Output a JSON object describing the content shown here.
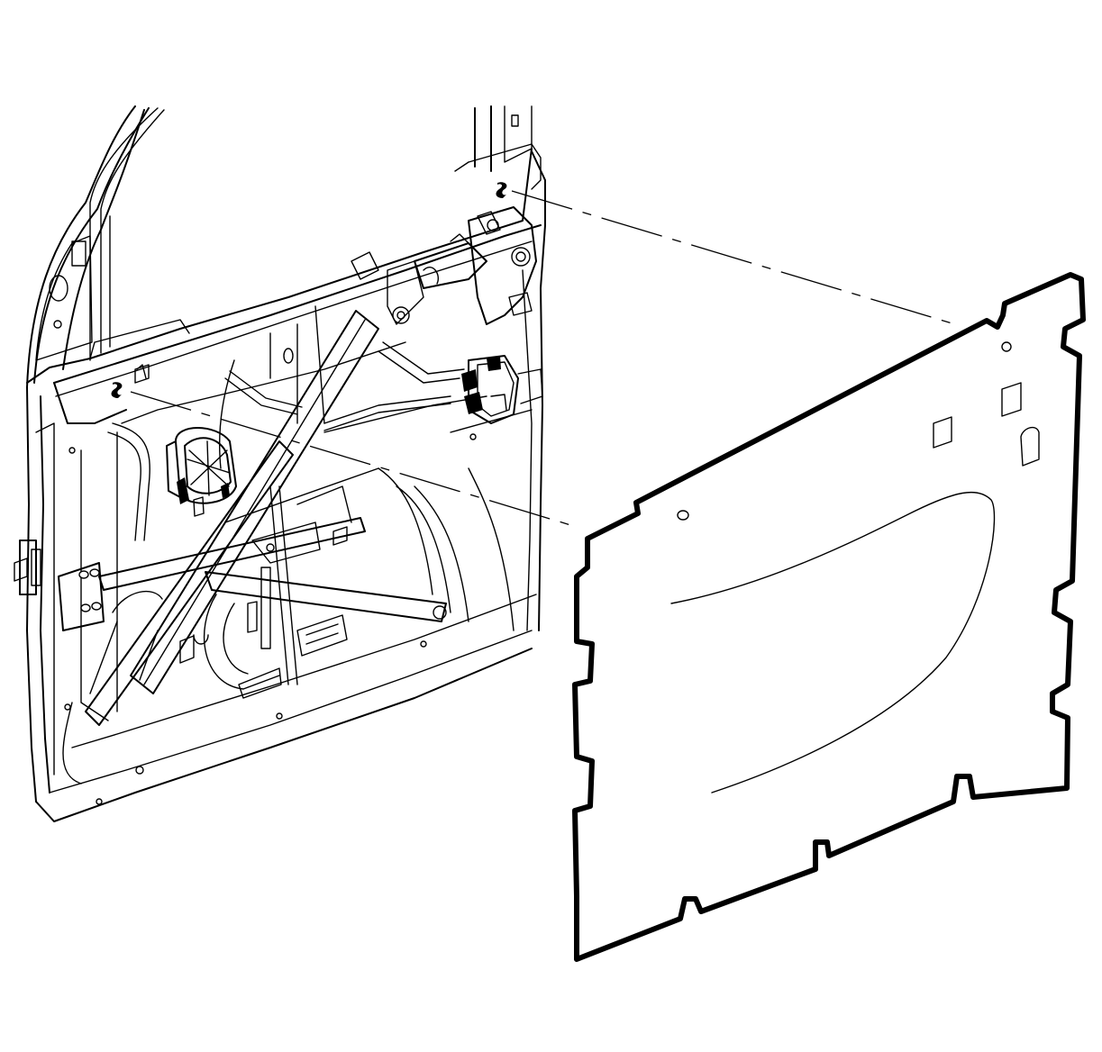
{
  "figure": {
    "kind": "exploded technical illustration",
    "components": [
      {
        "id": "door-inner-frame",
        "icon": "door-frame-icon"
      },
      {
        "id": "water-deflector-panel",
        "icon": "panel-icon"
      },
      {
        "id": "window-regulator",
        "icon": "regulator-icon"
      },
      {
        "id": "window-motor",
        "icon": "motor-icon"
      },
      {
        "id": "door-lock-actuator",
        "icon": "actuator-icon"
      },
      {
        "id": "fastener-upper",
        "icon": "fastener-icon"
      },
      {
        "id": "fastener-lower",
        "icon": "fastener-icon"
      }
    ],
    "line_color": "#000000",
    "background": "#ffffff"
  }
}
